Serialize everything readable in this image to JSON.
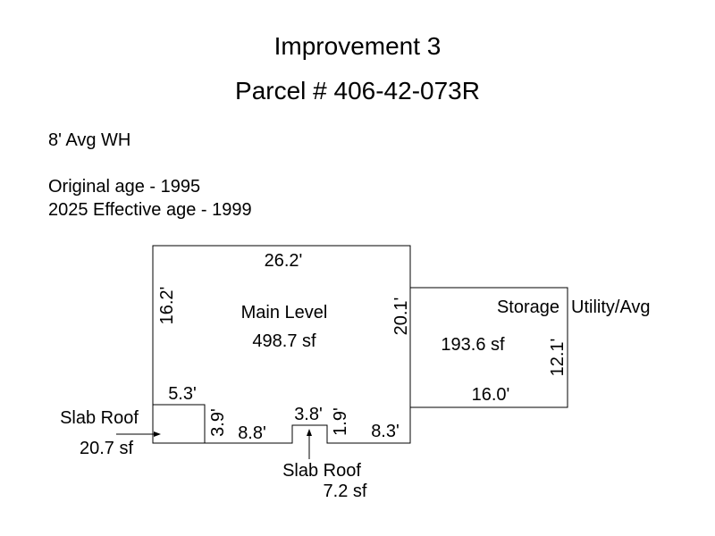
{
  "header": {
    "title": "Improvement 3",
    "parcel": "Parcel # 406-42-073R"
  },
  "notes": {
    "wall_height": "8' Avg WH",
    "original_age": "Original age - 1995",
    "effective_age": "2025 Effective age - 1999"
  },
  "main_level": {
    "name": "Main Level",
    "area": "498.7 sf",
    "top": "26.2'",
    "left": "16.2'",
    "right": "20.1'",
    "bottom_mid": "8.8'",
    "bottom_right": "8.3'"
  },
  "storage": {
    "name": "Storage",
    "use": "Utility/Avg",
    "area": "193.6 sf",
    "side": "12.1'",
    "bottom": "16.0'"
  },
  "slab_roof_left": {
    "label": "Slab Roof",
    "area": "20.7 sf",
    "width": "5.3'",
    "height": "3.9'"
  },
  "slab_roof_bottom": {
    "label": "Slab Roof",
    "area": "7.2 sf",
    "width": "3.8'",
    "height": "1.9'"
  }
}
